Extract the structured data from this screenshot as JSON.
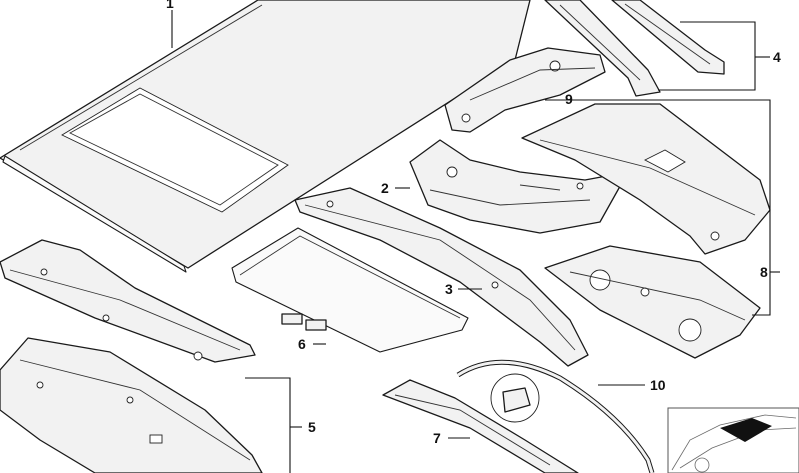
{
  "callouts": [
    {
      "id": "1",
      "label": "1"
    },
    {
      "id": "2",
      "label": "2"
    },
    {
      "id": "3",
      "label": "3"
    },
    {
      "id": "4",
      "label": "4"
    },
    {
      "id": "5",
      "label": "5"
    },
    {
      "id": "6",
      "label": "6"
    },
    {
      "id": "7",
      "label": "7"
    },
    {
      "id": "8",
      "label": "8"
    },
    {
      "id": "9",
      "label": "9"
    },
    {
      "id": "10",
      "label": "10"
    }
  ],
  "inset": {
    "highlight_color": "#111111"
  }
}
